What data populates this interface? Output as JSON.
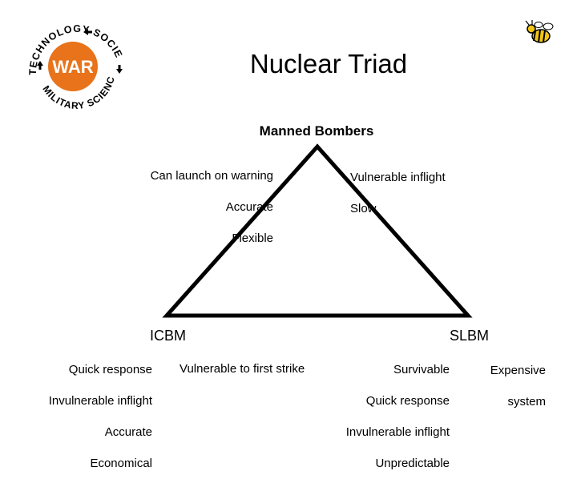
{
  "slide": {
    "title": "Nuclear Triad",
    "logo": {
      "ring_top": "TECHNOLOGY",
      "ring_right": "SOCIETY",
      "ring_bottom": "MILITARY SCIENCE",
      "center": "WAR",
      "center_color": "#e8731a"
    },
    "mascot_icon": "yellow-jacket-bee-icon",
    "triangle": {
      "top_vertex": "Manned Bombers",
      "left_vertex": "ICBM",
      "right_vertex": "SLBM"
    },
    "bombers_pros": [
      "Can launch on warning",
      "Accurate",
      "Flexible"
    ],
    "bombers_cons": [
      "Vulnerable inflight",
      "Slow"
    ],
    "icbm_pros": [
      "Quick response",
      "Invulnerable inflight",
      "Accurate",
      "Economical"
    ],
    "icbm_cons": [
      "Vulnerable to first strike"
    ],
    "slbm_pros": [
      "Survivable",
      "Quick response",
      "Invulnerable inflight",
      "Unpredictable"
    ],
    "slbm_cons": [
      "Expensive",
      "system"
    ]
  }
}
